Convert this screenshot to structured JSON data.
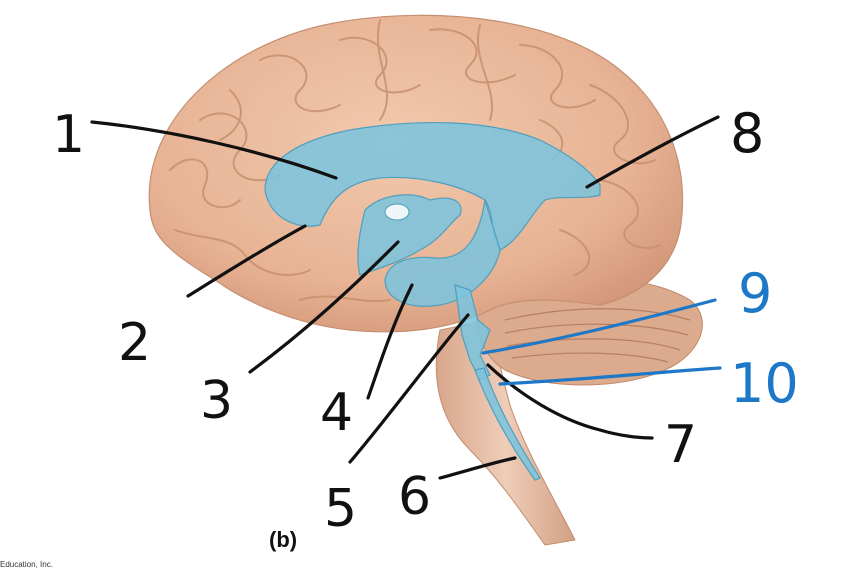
{
  "figure": {
    "panel_label": "(b)",
    "credit": "Education, Inc."
  },
  "colors": {
    "brain": "#e9b898",
    "brain_shadow": "#c98c6d",
    "ventricle": "#7cc4dd",
    "black_ink": "#111111",
    "blue_ink": "#1e78c8"
  },
  "labels": [
    {
      "id": "1",
      "text": "1",
      "ink": "black"
    },
    {
      "id": "2",
      "text": "2",
      "ink": "black"
    },
    {
      "id": "3",
      "text": "3",
      "ink": "black"
    },
    {
      "id": "4",
      "text": "4",
      "ink": "black"
    },
    {
      "id": "5",
      "text": "5",
      "ink": "black"
    },
    {
      "id": "6",
      "text": "6",
      "ink": "black"
    },
    {
      "id": "7",
      "text": "7",
      "ink": "black"
    },
    {
      "id": "8",
      "text": "8",
      "ink": "black"
    },
    {
      "id": "9",
      "text": "9",
      "ink": "blue"
    },
    {
      "id": "10",
      "text": "10",
      "ink": "blue"
    }
  ]
}
